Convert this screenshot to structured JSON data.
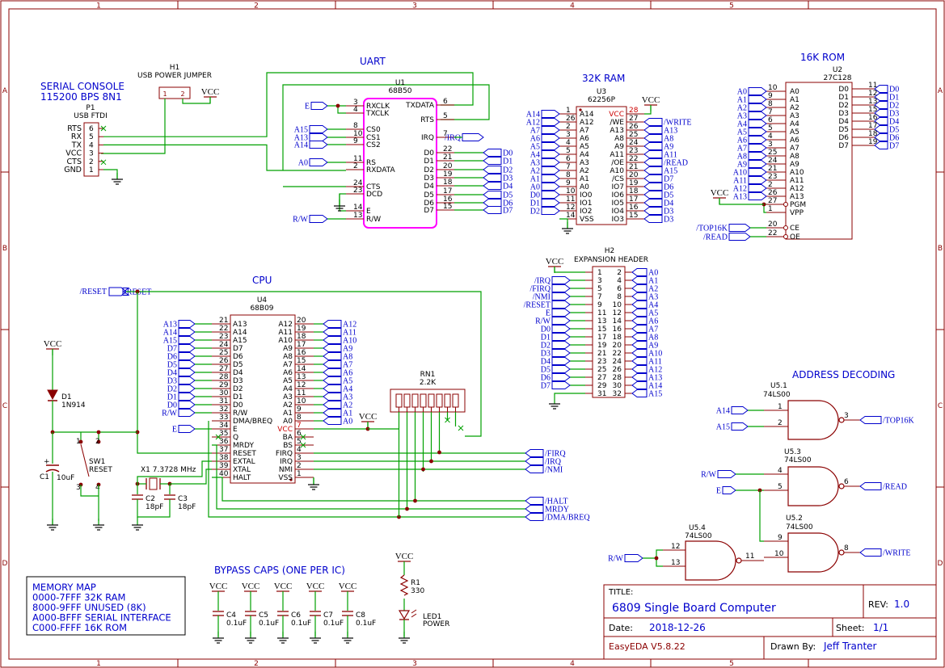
{
  "border": {
    "columns": [
      "1",
      "2",
      "3",
      "4",
      "5"
    ],
    "rows": [
      "A",
      "B",
      "C",
      "D"
    ]
  },
  "title_block": {
    "title_label": "TITLE:",
    "title": "6809 Single Board Computer",
    "rev_label": "REV:",
    "rev": "1.0",
    "date_label": "Date:",
    "date": "2018-12-26",
    "sheet_label": "Sheet:",
    "sheet": "1/1",
    "tool": "EasyEDA V5.8.22",
    "drawn_label": "Drawn By:",
    "drawn_by": "Jeff Tranter"
  },
  "headings": {
    "serial": "SERIAL CONSOLE",
    "serial_cfg": "115200 BPS 8N1",
    "uart": "UART",
    "ram": "32K RAM",
    "rom": "16K ROM",
    "cpu": "CPU",
    "addr": "ADDRESS DECODING",
    "bypass": "BYPASS CAPS (ONE PER IC)"
  },
  "memory_map": [
    "MEMORY MAP",
    "0000-7FFF 32K RAM",
    "8000-9FFF UNUSED (8K)",
    "A000-BFFF SERIAL INTERFACE",
    "C000-FFFF 16K ROM"
  ],
  "parts": {
    "h1": {
      "ref": "H1",
      "name": "USB POWER JUMPER",
      "pins": [
        "1",
        "2"
      ],
      "vcc": "VCC"
    },
    "p1": {
      "ref": "P1",
      "name": "USB FTDI",
      "signals": [
        "RTS",
        "RX",
        "TX",
        "VCC",
        "CTS",
        "GND"
      ],
      "pins": [
        "6",
        "5",
        "4",
        "3",
        "2",
        "1"
      ]
    },
    "u1": {
      "ref": "U1",
      "name": "68B50",
      "left": [
        [
          "3",
          "RXCLK"
        ],
        [
          "4",
          "TXCLK"
        ],
        [
          "8",
          "CS0"
        ],
        [
          "10",
          "CS1"
        ],
        [
          "9",
          "CS2"
        ],
        [
          "11",
          "RS"
        ],
        [
          "2",
          "RXDATA"
        ],
        [
          "24",
          "CTS"
        ],
        [
          "23",
          "DCD"
        ],
        [
          "14",
          "E"
        ],
        [
          "13",
          "R/W"
        ]
      ],
      "right": [
        [
          "6",
          "TXDATA"
        ],
        [
          "5",
          "RTS"
        ],
        [
          "7",
          "IRQ"
        ],
        [
          "22",
          "D0"
        ],
        [
          "21",
          "D1"
        ],
        [
          "20",
          "D2"
        ],
        [
          "19",
          "D3"
        ],
        [
          "18",
          "D4"
        ],
        [
          "17",
          "D5"
        ],
        [
          "16",
          "D6"
        ],
        [
          "15",
          "D7"
        ]
      ],
      "left_nets": [
        "E",
        "A15",
        "A13",
        "A14",
        "A0",
        "R/W"
      ],
      "right_nets": [
        "/IRQ",
        "D0",
        "D1",
        "D2",
        "D3",
        "D4",
        "D5",
        "D6",
        "D7"
      ]
    },
    "u3": {
      "ref": "U3",
      "name": "62256P",
      "left": [
        [
          "1",
          "A14"
        ],
        [
          "26",
          "A12"
        ],
        [
          "2",
          "A7"
        ],
        [
          "3",
          "A6"
        ],
        [
          "4",
          "A5"
        ],
        [
          "5",
          "A4"
        ],
        [
          "6",
          "A3"
        ],
        [
          "7",
          "A2"
        ],
        [
          "8",
          "A1"
        ],
        [
          "9",
          "A0"
        ],
        [
          "10",
          "IO0"
        ],
        [
          "11",
          "IO1"
        ],
        [
          "12",
          "IO2"
        ],
        [
          "14",
          "VSS"
        ]
      ],
      "right": [
        [
          "28",
          "VCC"
        ],
        [
          "27",
          "/WE"
        ],
        [
          "26",
          "A13"
        ],
        [
          "25",
          "A8"
        ],
        [
          "24",
          "A9"
        ],
        [
          "23",
          "A11"
        ],
        [
          "22",
          "/OE"
        ],
        [
          "21",
          "A10"
        ],
        [
          "20",
          "/CS"
        ],
        [
          "19",
          "IO7"
        ],
        [
          "18",
          "IO6"
        ],
        [
          "17",
          "IO5"
        ],
        [
          "16",
          "IO4"
        ],
        [
          "15",
          "IO3"
        ]
      ],
      "left_nets": [
        "A14",
        "A12",
        "A7",
        "A6",
        "A5",
        "A4",
        "A3",
        "A2",
        "A1",
        "A0",
        "D0",
        "D1",
        "D2"
      ],
      "right_nets": [
        "/WRITE",
        "A13",
        "A8",
        "A9",
        "A11",
        "/READ",
        "A15",
        "D7",
        "D6",
        "D5",
        "D4",
        "D3"
      ],
      "vcc": "VCC"
    },
    "u2": {
      "ref": "U2",
      "name": "27C128",
      "left": [
        [
          "10",
          "A0"
        ],
        [
          "9",
          "A1"
        ],
        [
          "8",
          "A2"
        ],
        [
          "7",
          "A3"
        ],
        [
          "6",
          "A4"
        ],
        [
          "5",
          "A5"
        ],
        [
          "4",
          "A6"
        ],
        [
          "3",
          "A7"
        ],
        [
          "25",
          "A8"
        ],
        [
          "24",
          "A9"
        ],
        [
          "21",
          "A10"
        ],
        [
          "23",
          "A11"
        ],
        [
          "2",
          "A12"
        ],
        [
          "26",
          "A13"
        ],
        [
          "27",
          "PGM"
        ],
        [
          "1",
          "VPP"
        ],
        [
          "20",
          "CE"
        ],
        [
          "22",
          "OE"
        ]
      ],
      "right": [
        [
          "11",
          "D0"
        ],
        [
          "12",
          "D1"
        ],
        [
          "13",
          "D2"
        ],
        [
          "15",
          "D3"
        ],
        [
          "16",
          "D4"
        ],
        [
          "17",
          "D5"
        ],
        [
          "18",
          "D6"
        ],
        [
          "19",
          "D7"
        ]
      ],
      "left_nets": [
        "A0",
        "A1",
        "A2",
        "A3",
        "A4",
        "A5",
        "A6",
        "A7",
        "A8",
        "A9",
        "A10",
        "A11",
        "A12",
        "A13",
        "/TOP16K",
        "/READ"
      ],
      "right_nets": [
        "D0",
        "D1",
        "D2",
        "D3",
        "D4",
        "D5",
        "D6",
        "D7"
      ],
      "vcc": "VCC"
    },
    "u4": {
      "ref": "U4",
      "name": "68B09",
      "left": [
        [
          "21",
          "A13"
        ],
        [
          "22",
          "A14"
        ],
        [
          "23",
          "A15"
        ],
        [
          "24",
          "D7"
        ],
        [
          "25",
          "D6"
        ],
        [
          "26",
          "D5"
        ],
        [
          "27",
          "D4"
        ],
        [
          "28",
          "D3"
        ],
        [
          "29",
          "D2"
        ],
        [
          "30",
          "D1"
        ],
        [
          "31",
          "D0"
        ],
        [
          "32",
          "R/W"
        ],
        [
          "33",
          "DMA/BREQ"
        ],
        [
          "34",
          "E"
        ],
        [
          "35",
          "Q"
        ],
        [
          "36",
          "MRDY"
        ],
        [
          "37",
          "RESET"
        ],
        [
          "38",
          "EXTAL"
        ],
        [
          "39",
          "XTAL"
        ],
        [
          "40",
          "HALT"
        ]
      ],
      "right": [
        [
          "20",
          "A12"
        ],
        [
          "19",
          "A11"
        ],
        [
          "18",
          "A10"
        ],
        [
          "17",
          "A9"
        ],
        [
          "16",
          "A8"
        ],
        [
          "15",
          "A7"
        ],
        [
          "14",
          "A6"
        ],
        [
          "13",
          "A5"
        ],
        [
          "12",
          "A4"
        ],
        [
          "11",
          "A3"
        ],
        [
          "10",
          "A2"
        ],
        [
          "9",
          "A1"
        ],
        [
          "8",
          "A0"
        ],
        [
          "7",
          "VCC"
        ],
        [
          "6",
          "BA"
        ],
        [
          "5",
          "BS"
        ],
        [
          "4",
          "FIRQ"
        ],
        [
          "3",
          "IRQ"
        ],
        [
          "2",
          "NMI"
        ],
        [
          "1",
          "VSS"
        ]
      ],
      "left_nets": [
        "A13",
        "A14",
        "A15",
        "D7",
        "D6",
        "D5",
        "D4",
        "D3",
        "D2",
        "D1",
        "D0",
        "R/W",
        "E"
      ],
      "right_nets": [
        "A12",
        "A11",
        "A10",
        "A9",
        "A8",
        "A7",
        "A6",
        "A5",
        "A4",
        "A3",
        "A2",
        "A1",
        "A0"
      ]
    },
    "h2": {
      "ref": "H2",
      "name": "EXPANSION HEADER",
      "odd": [
        "1",
        "3",
        "5",
        "7",
        "9",
        "11",
        "13",
        "15",
        "17",
        "19",
        "21",
        "23",
        "25",
        "27",
        "29",
        "31"
      ],
      "even": [
        "2",
        "4",
        "6",
        "8",
        "10",
        "12",
        "14",
        "16",
        "18",
        "20",
        "22",
        "24",
        "26",
        "28",
        "30",
        "32"
      ],
      "left_nets": [
        "/IRQ",
        "/FIRQ",
        "/NMI",
        "/RESET",
        "E",
        "R/W",
        "D0",
        "D1",
        "D2",
        "D3",
        "D4",
        "D5",
        "D6",
        "D7"
      ],
      "right_nets": [
        "A0",
        "A1",
        "A2",
        "A3",
        "A4",
        "A5",
        "A6",
        "A7",
        "A8",
        "A9",
        "A10",
        "A11",
        "A12",
        "A13",
        "A14",
        "A15"
      ],
      "vcc": "VCC"
    },
    "rn1": {
      "ref": "RN1",
      "value": "2.2K"
    },
    "d1": {
      "ref": "D1",
      "value": "1N914",
      "vcc": "VCC"
    },
    "c1": {
      "ref": "C1",
      "value": "10uF"
    },
    "sw1": {
      "ref": "SW1",
      "value": "RESET",
      "pins": [
        "1",
        "2",
        "3",
        "4"
      ]
    },
    "x1": {
      "ref": "X1",
      "value": "7.3728 MHz"
    },
    "c2": {
      "ref": "C2",
      "value": "18pF"
    },
    "c3": {
      "ref": "C3",
      "value": "18pF"
    },
    "u5_1": {
      "ref": "U5.1",
      "name": "74LS00",
      "in": [
        "A14",
        "A15"
      ],
      "pins": [
        "1",
        "2",
        "3"
      ],
      "out": "/TOP16K"
    },
    "u5_3": {
      "ref": "U5.3",
      "name": "74LS00",
      "in": [
        "R/W",
        "E"
      ],
      "pins": [
        "4",
        "5",
        "6"
      ],
      "out": "/READ"
    },
    "u5_4": {
      "ref": "U5.4",
      "name": "74LS00",
      "in": [
        "R/W"
      ],
      "pins": [
        "12",
        "13",
        "11"
      ]
    },
    "u5_2": {
      "ref": "U5.2",
      "name": "74LS00",
      "pins": [
        "9",
        "10",
        "8"
      ],
      "out": "/WRITE"
    },
    "r1": {
      "ref": "R1",
      "value": "330",
      "vcc": "VCC"
    },
    "led1": {
      "ref": "LED1",
      "value": "POWER"
    },
    "bypass": [
      {
        "ref": "C4",
        "value": "0.1uF",
        "vcc": "VCC"
      },
      {
        "ref": "C5",
        "value": "0.1uF",
        "vcc": "VCC"
      },
      {
        "ref": "C6",
        "value": "0.1uF",
        "vcc": "VCC"
      },
      {
        "ref": "C7",
        "value": "0.1uF",
        "vcc": "VCC"
      },
      {
        "ref": "C8",
        "value": "0.1uF",
        "vcc": "VCC"
      }
    ]
  },
  "misc_nets": {
    "reset": "/RESET",
    "cpu_vcc": "VCC",
    "cpu_out": [
      "/FIRQ",
      "/IRQ",
      "/NMI",
      "/HALT",
      "MRDY",
      "/DMA/BREQ"
    ],
    "cpu_e": "E"
  },
  "colors": {
    "wire": "#00a000",
    "part": "#8b0000",
    "label": "#0000cc",
    "uart_box": "#ff00ff",
    "pin_red": "#cc0000"
  }
}
